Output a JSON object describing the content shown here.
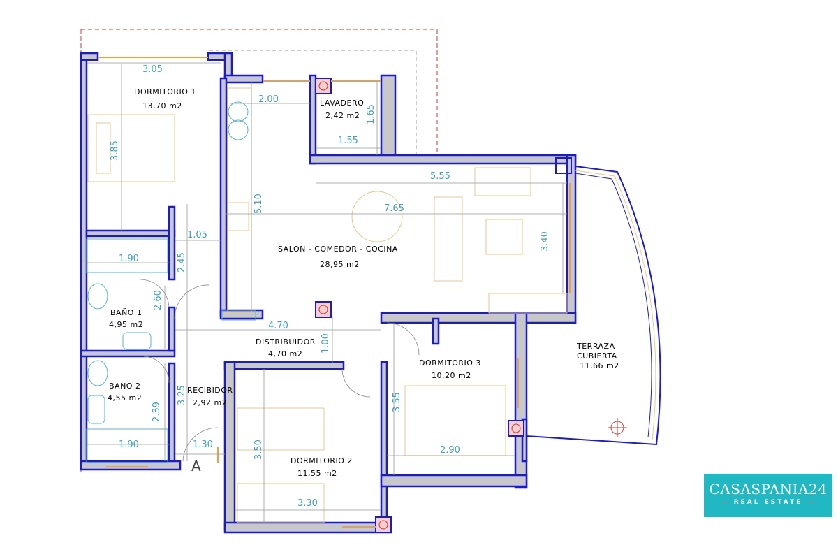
{
  "rooms": {
    "dormitorio1": {
      "name": "DORMITORIO 1",
      "area": "13,70 m2"
    },
    "lavadero": {
      "name": "LAVADERO",
      "area": "2,42 m2"
    },
    "salon": {
      "name": "SALON - COMEDOR - COCINA",
      "area": "28,95 m2"
    },
    "bano1": {
      "name": "BAÑO 1",
      "area": "4,95 m2"
    },
    "distribuidor": {
      "name": "DISTRIBUIDOR",
      "area": "4,70 m2"
    },
    "dormitorio3": {
      "name": "DORMITORIO 3",
      "area": "10,20 m2"
    },
    "terraza": {
      "name1": "TERRAZA",
      "name2": "CUBIERTA",
      "area": "11,66 m2"
    },
    "bano2": {
      "name": "BAÑO 2",
      "area": "4,55 m2"
    },
    "recibidor": {
      "name": "RECIBIDOR",
      "area": "2,92 m2"
    },
    "dormitorio2": {
      "name": "DORMITORIO 2",
      "area": "11,55 m2"
    }
  },
  "dimensions": {
    "d305": "3.05",
    "d385": "3.85",
    "d200": "2.00",
    "d165": "1.65",
    "d155": "1.55",
    "d555": "5.55",
    "d510": "5.10",
    "d765": "7.65",
    "d340": "3.40",
    "d105": "1.05",
    "d245": "2.45",
    "d190a": "1.90",
    "d260": "2.60",
    "d470": "4.70",
    "d100": "1.00",
    "d355": "3.55",
    "d325": "3.25",
    "d239": "2.39",
    "d190b": "1.90",
    "d130": "1.30",
    "d350": "3.50",
    "d290": "2.90",
    "d330": "3.30"
  },
  "marker": "A",
  "logo": {
    "main": "CASASPANIA24",
    "sub": "REAL ESTATE"
  }
}
